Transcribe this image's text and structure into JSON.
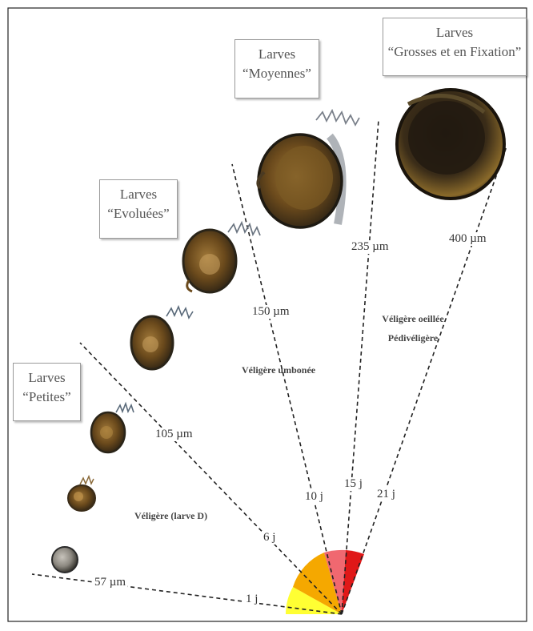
{
  "groups": [
    {
      "line1": "Larves",
      "line2": "“Petites”"
    },
    {
      "line1": "Larves",
      "line2": "“Evoluées”"
    },
    {
      "line1": "Larves",
      "line2": "“Moyennes”"
    },
    {
      "line1": "Larves",
      "line2": "“Grosses  et en Fixation”"
    }
  ],
  "sizes": [
    "57 µm",
    "105 µm",
    "150 µm",
    "235 µm",
    "400 µm"
  ],
  "days": [
    "1 j",
    "6 j",
    "10 j",
    "15 j",
    "21 j"
  ],
  "stages": {
    "d_larva": "Véligère (larve D)",
    "umbonee": "Véligère umbonée",
    "oeillee": "Véligère oeillée",
    "pedi": "Pédivéligère"
  },
  "colors": {
    "wedge_yellow": "#ffff33",
    "wedge_orange": "#f5a800",
    "wedge_pink": "#f06870",
    "wedge_red": "#e01818",
    "shell_brown": "#6b4a1c",
    "shell_dark": "#2c2214"
  }
}
